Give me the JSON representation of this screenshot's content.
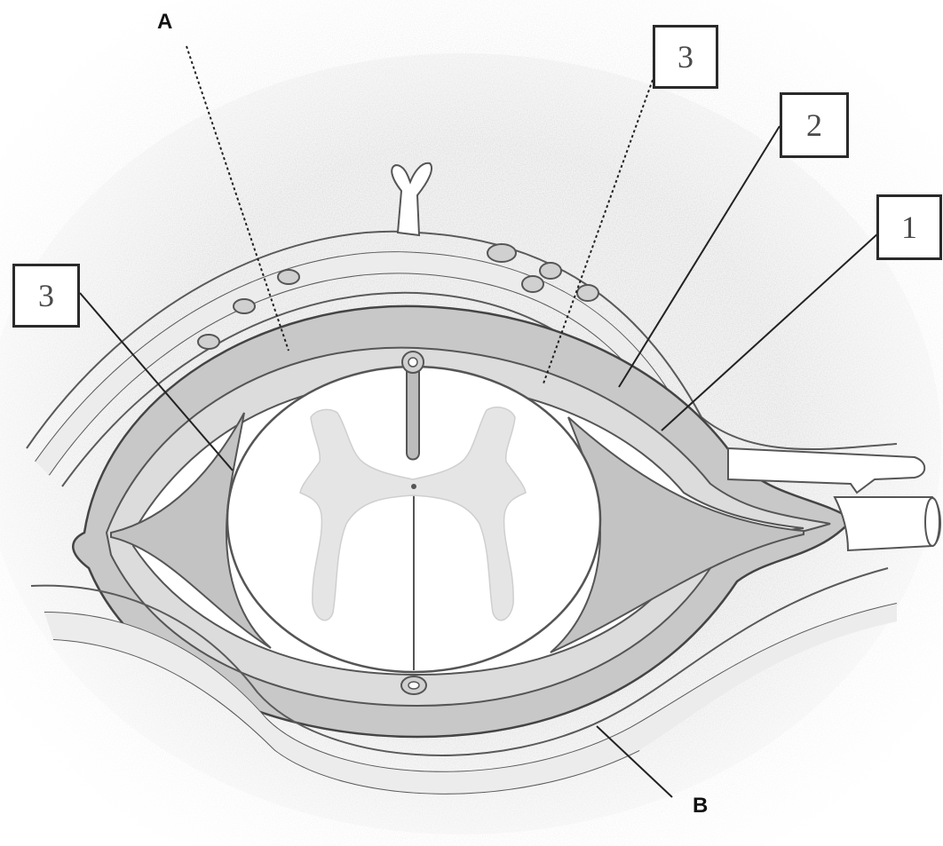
{
  "labels": {
    "A": "A",
    "B": "B",
    "box_top_left": "3",
    "box_top_right_3": "3",
    "box_2": "2",
    "box_1": "1"
  },
  "colors": {
    "ink": "#2a2a2a",
    "meninges_fill": "#c9c9c9",
    "space_fill": "#e4e4e4",
    "cord_fill": "#ffffff",
    "gray_matter": "#e6e6e6",
    "speckle": "#dcdcdc"
  },
  "icons": {
    "spinal_cord": "spinal-cord-cross-section-illustration"
  }
}
